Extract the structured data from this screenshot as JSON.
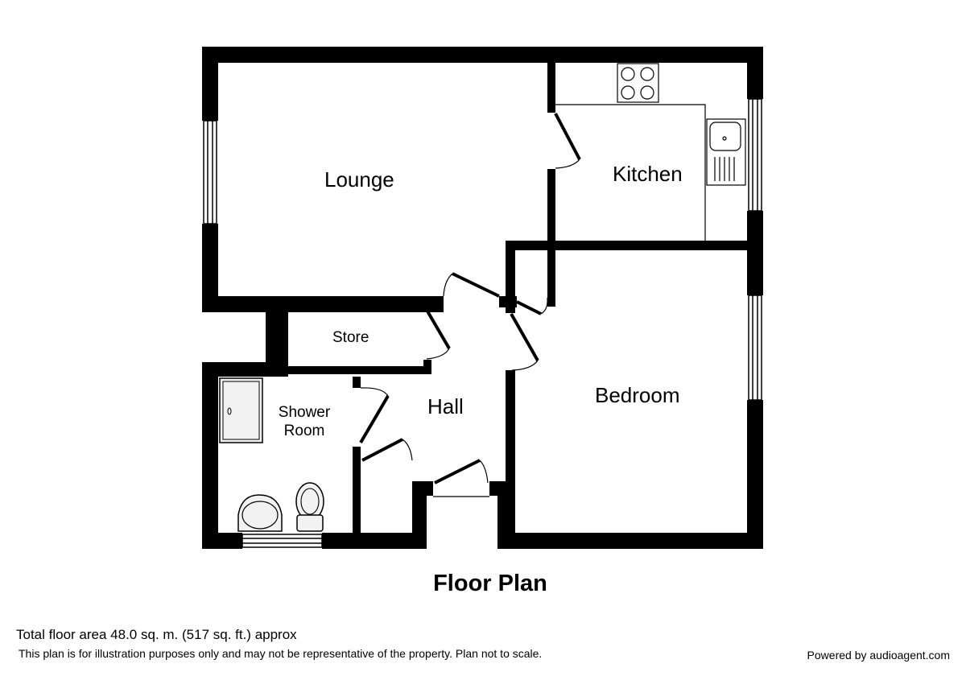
{
  "plan": {
    "title": "Floor Plan",
    "rooms": {
      "lounge": "Lounge",
      "kitchen": "Kitchen",
      "bedroom": "Bedroom",
      "hall": "Hall",
      "store": "Store",
      "shower_line1": "Shower",
      "shower_line2": "Room"
    }
  },
  "footer": {
    "total_area": "Total floor area 48.0 sq. m. (517 sq. ft.) approx",
    "disclaimer": "This plan is for illustration purposes only and may not be representative of the property. Plan not to scale.",
    "powered_by": "Powered by audioagent.com"
  },
  "colors": {
    "wall": "#000000",
    "background": "#ffffff",
    "fixture_fill": "#f2f2f2"
  }
}
